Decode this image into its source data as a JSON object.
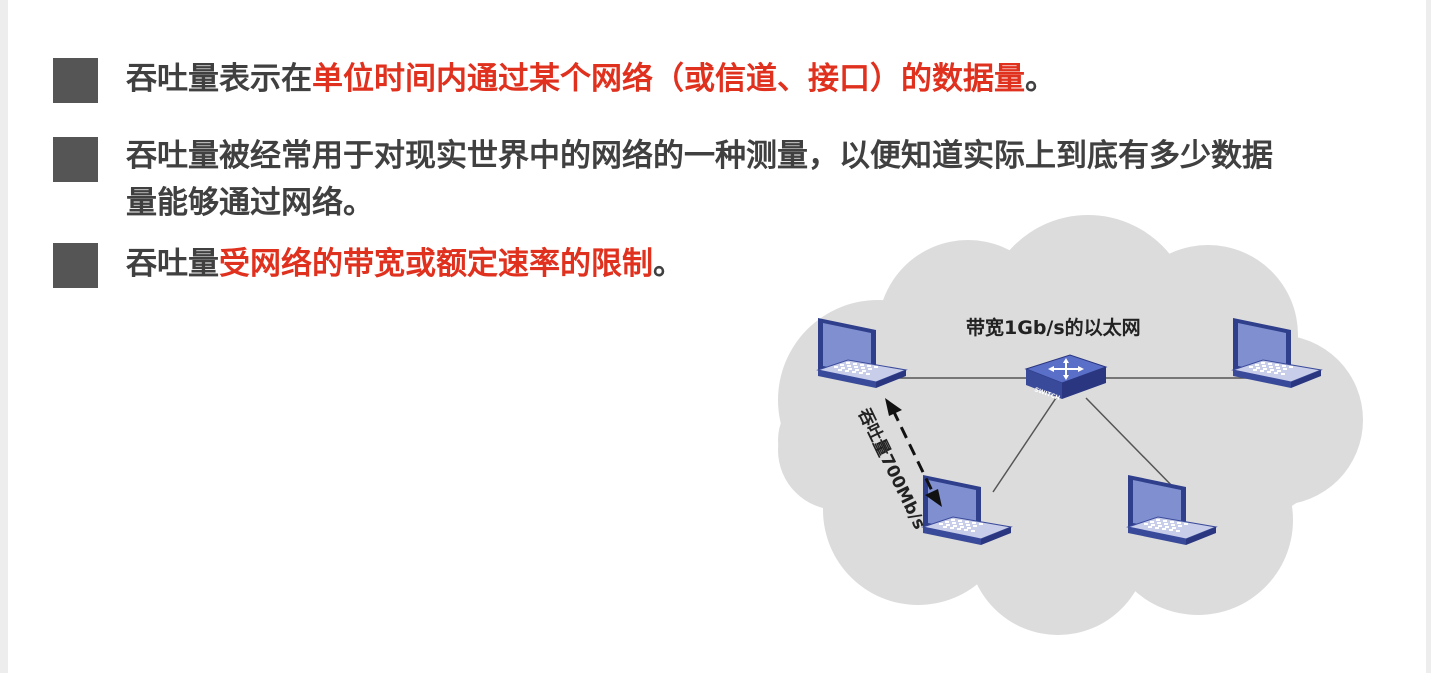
{
  "bullets": [
    {
      "normal": "吞吐量表示在",
      "highlight": "单位时间内通过某个网络（或信道、接口）的数据量",
      "tail": "。"
    },
    {
      "line1": "吞吐量被经常用于对现实世界中的网络的一种测量，以便知道实际上到底有多少数据",
      "line2": "量能够通过网络。"
    },
    {
      "normal": "吞吐量",
      "highlight": "受网络的带宽或额定速率的限制",
      "tail": "。"
    }
  ],
  "diagram": {
    "network_label": "带宽1Gb/s的以太网",
    "switch_label": "SWITCH",
    "throughput_label": "吞吐量700Mb/s"
  },
  "colors": {
    "highlight": "#e0301e",
    "text": "#404040",
    "bullet": "#555555",
    "cloud": "#dcdcdc"
  }
}
